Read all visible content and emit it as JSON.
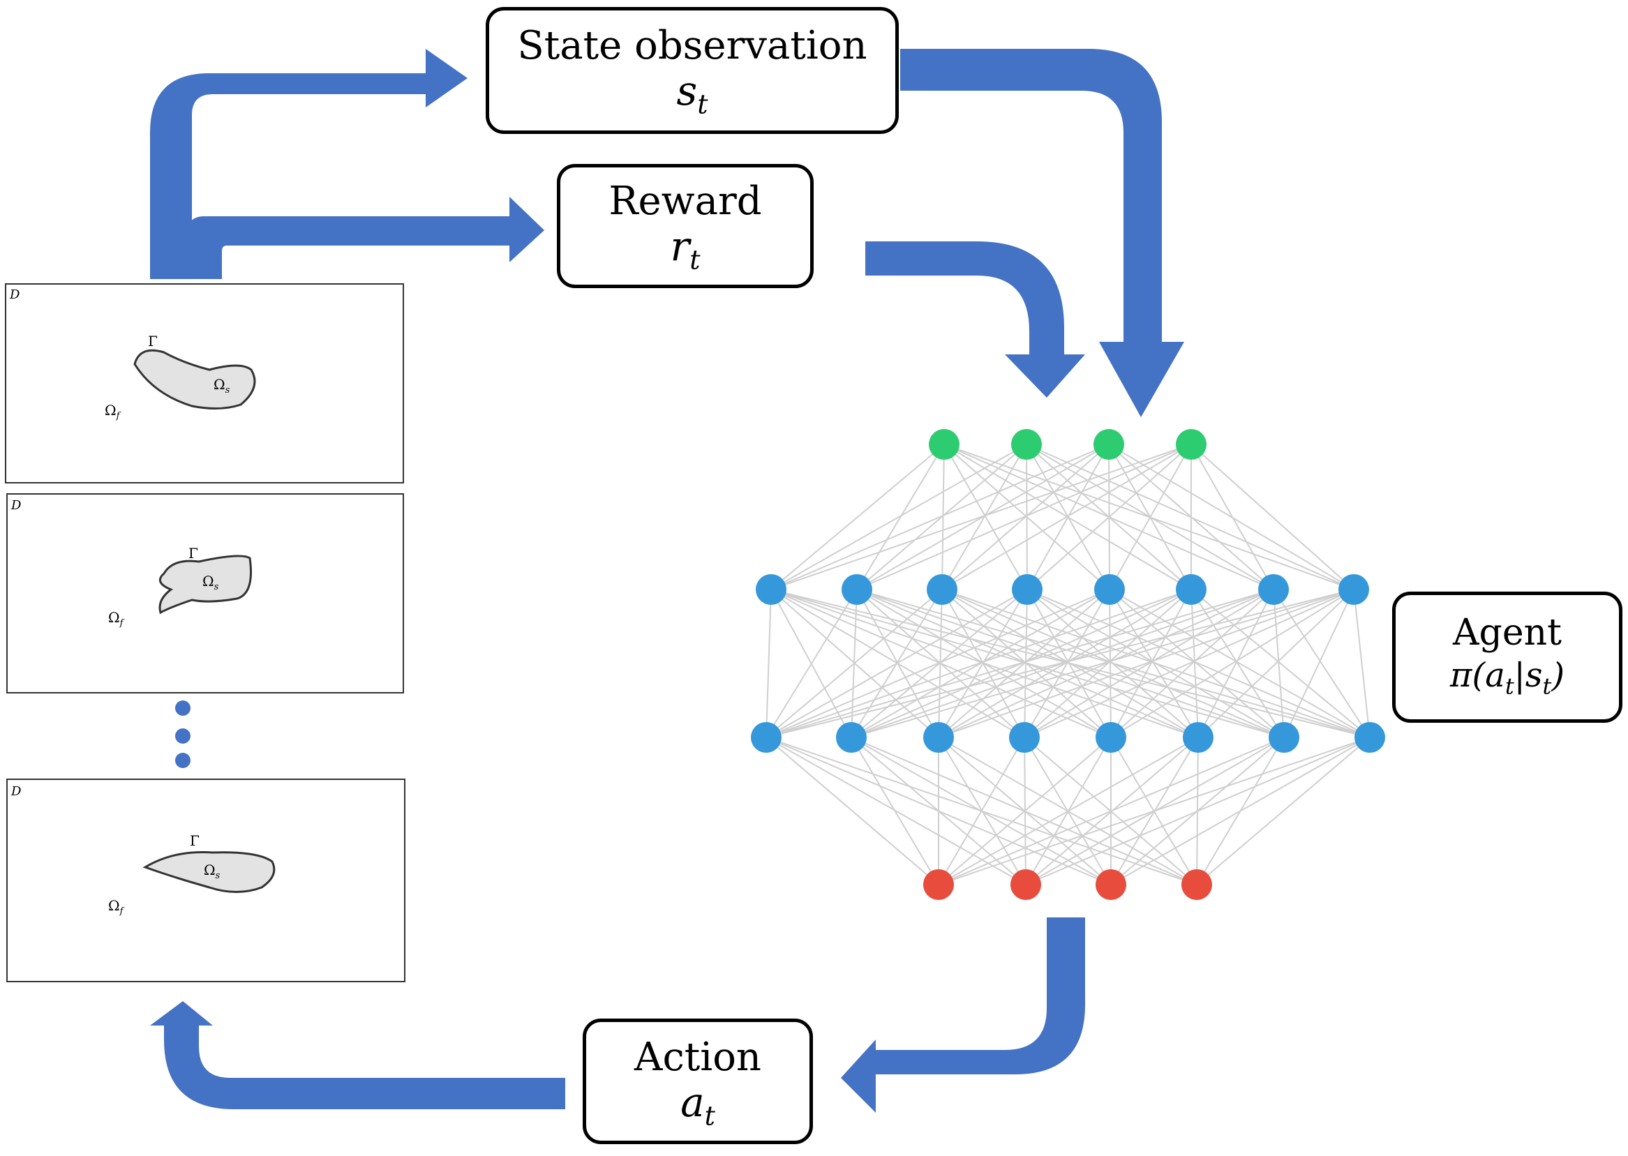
{
  "boxes": {
    "state": {
      "label": "State observation",
      "symbol": "s",
      "subscript": "t"
    },
    "reward": {
      "label": "Reward",
      "symbol": "r",
      "subscript": "t"
    },
    "action": {
      "label": "Action",
      "symbol": "a",
      "subscript": "t"
    },
    "agent": {
      "label": "Agent",
      "policy_prefix": "π(",
      "a_sym": "a",
      "a_sub": "t",
      "bar": "|",
      "s_sym": "s",
      "s_sub": "t",
      "close": ")"
    }
  },
  "domains": [
    {
      "corner": "D",
      "boundary": "Γ",
      "solid": "Ω",
      "solid_sub": "s",
      "fluid": "Ω",
      "fluid_sub": "f"
    },
    {
      "corner": "D",
      "boundary": "Γ",
      "solid": "Ω",
      "solid_sub": "s",
      "fluid": "Ω",
      "fluid_sub": "f"
    },
    {
      "corner": "D",
      "boundary": "Γ",
      "solid": "Ω",
      "solid_sub": "s",
      "fluid": "Ω",
      "fluid_sub": "f"
    }
  ],
  "network": {
    "layers": [
      4,
      8,
      8,
      4
    ],
    "colors": {
      "input": "#2ecc71",
      "hidden": "#3498db",
      "output": "#e74c3c",
      "edge": "#cfcfcf"
    }
  },
  "colors": {
    "arrow": "#4472c4",
    "box_border": "#000000"
  }
}
